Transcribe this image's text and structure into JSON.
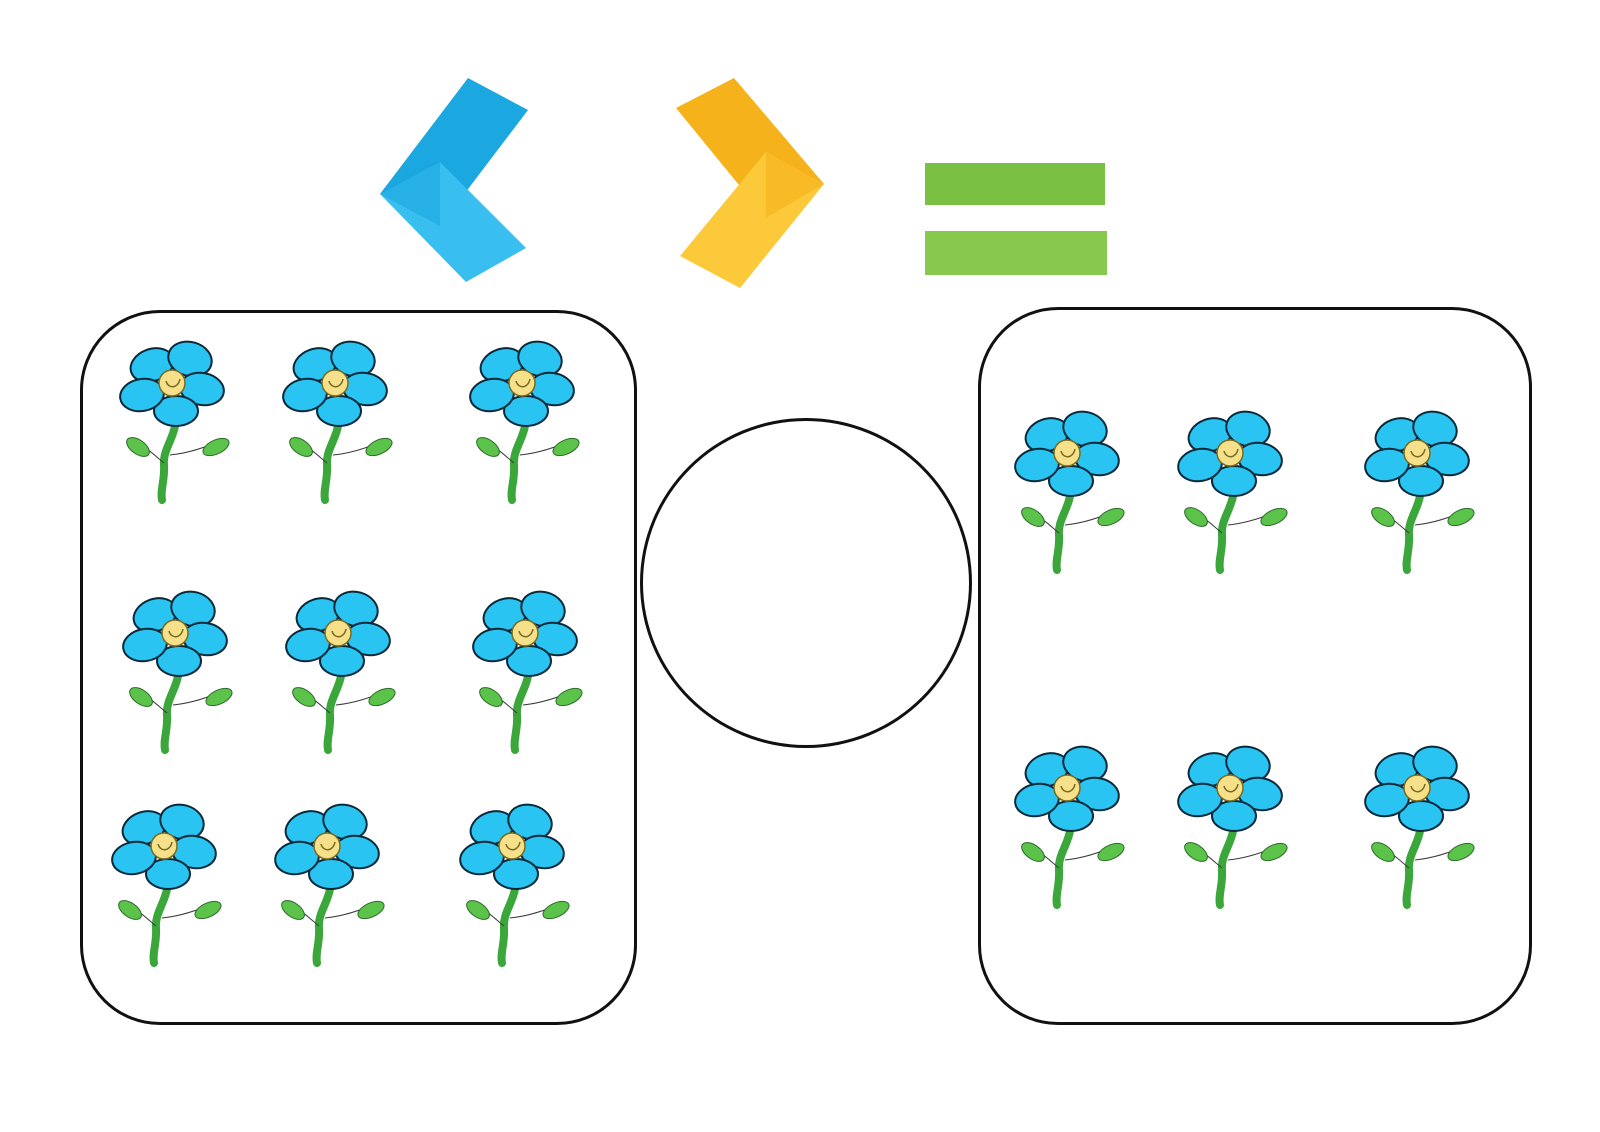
{
  "symbols": [
    {
      "name": "less-than-symbol",
      "glyph": "<",
      "color": "#1BA7E0",
      "color_light": "#38BEEF"
    },
    {
      "name": "greater-than-symbol",
      "glyph": ">",
      "color": "#F6B21A",
      "color_light": "#FBC93A"
    },
    {
      "name": "equals-symbol",
      "glyph": "=",
      "color": "#7AC143",
      "color_light": "#86C94E"
    }
  ],
  "groups": {
    "left": {
      "flower_count": 9
    },
    "right": {
      "flower_count": 6
    }
  },
  "colors": {
    "petal": "#29C4F2",
    "petal_outline": "#0A2A3A",
    "center": "#F6E08A",
    "stem": "#3BA73B",
    "leaf": "#5BC24A",
    "outline": "#111111"
  }
}
